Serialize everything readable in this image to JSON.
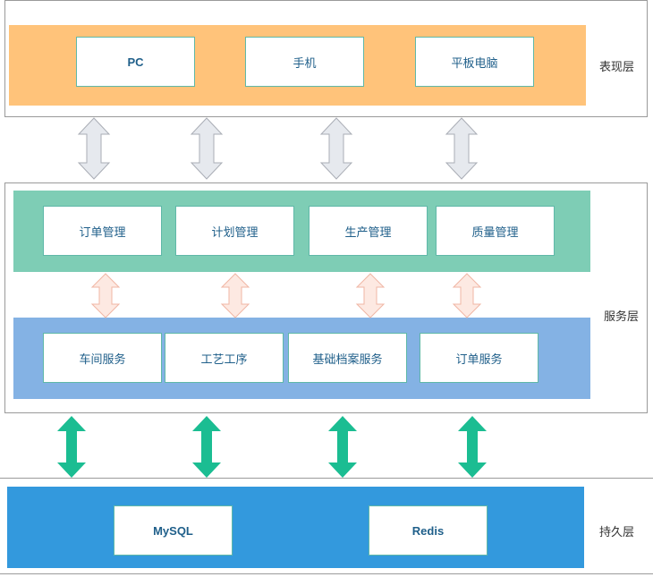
{
  "layers": {
    "presentation": {
      "label": "表现层",
      "color": "#ffc37a",
      "items": [
        "PC",
        "手机",
        "平板电脑"
      ]
    },
    "service": {
      "label": "服务层",
      "top_band": {
        "color": "#7ecdb5",
        "items": [
          "订单管理",
          "计划管理",
          "生产管理",
          "质量管理"
        ]
      },
      "bottom_band": {
        "color": "#84b2e4",
        "items": [
          "车间服务",
          "工艺工序",
          "基础档案服务",
          "订单服务"
        ]
      }
    },
    "persistence": {
      "label": "持久层",
      "color": "#3399dd",
      "items": [
        "MySQL",
        "Redis"
      ]
    }
  },
  "arrow_colors": {
    "gray_fill": "#e6e9ee",
    "gray_stroke": "#a9adb5",
    "pink_fill": "#fde9e2",
    "pink_stroke": "#f0b6a4",
    "green_fill": "#1bbd92"
  }
}
